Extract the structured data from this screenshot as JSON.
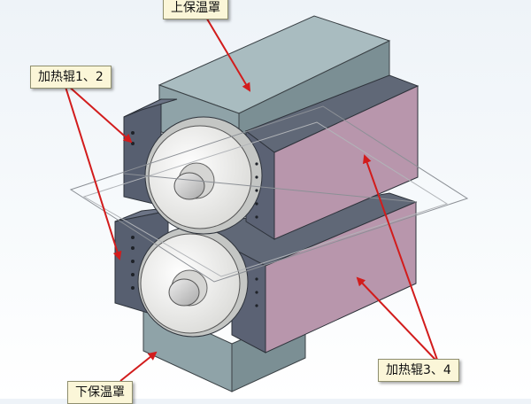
{
  "callouts": {
    "upper_cover": "上保温罩",
    "heating_rolls_1_2": "加热辊1、2",
    "heating_rolls_3_4": "加热辊3、4",
    "lower_cover": "下保温罩"
  },
  "colors": {
    "background_top": "#eef3f8",
    "cover_front": "#8fa3a8",
    "cover_top": "#a9bcc0",
    "heater_side_face": "#b896ac",
    "dark_end_plate": "#575f70",
    "roller_face": "#f1f1ef",
    "callout_fill": "#fbf6d8",
    "arrow": "#d21c1c"
  }
}
